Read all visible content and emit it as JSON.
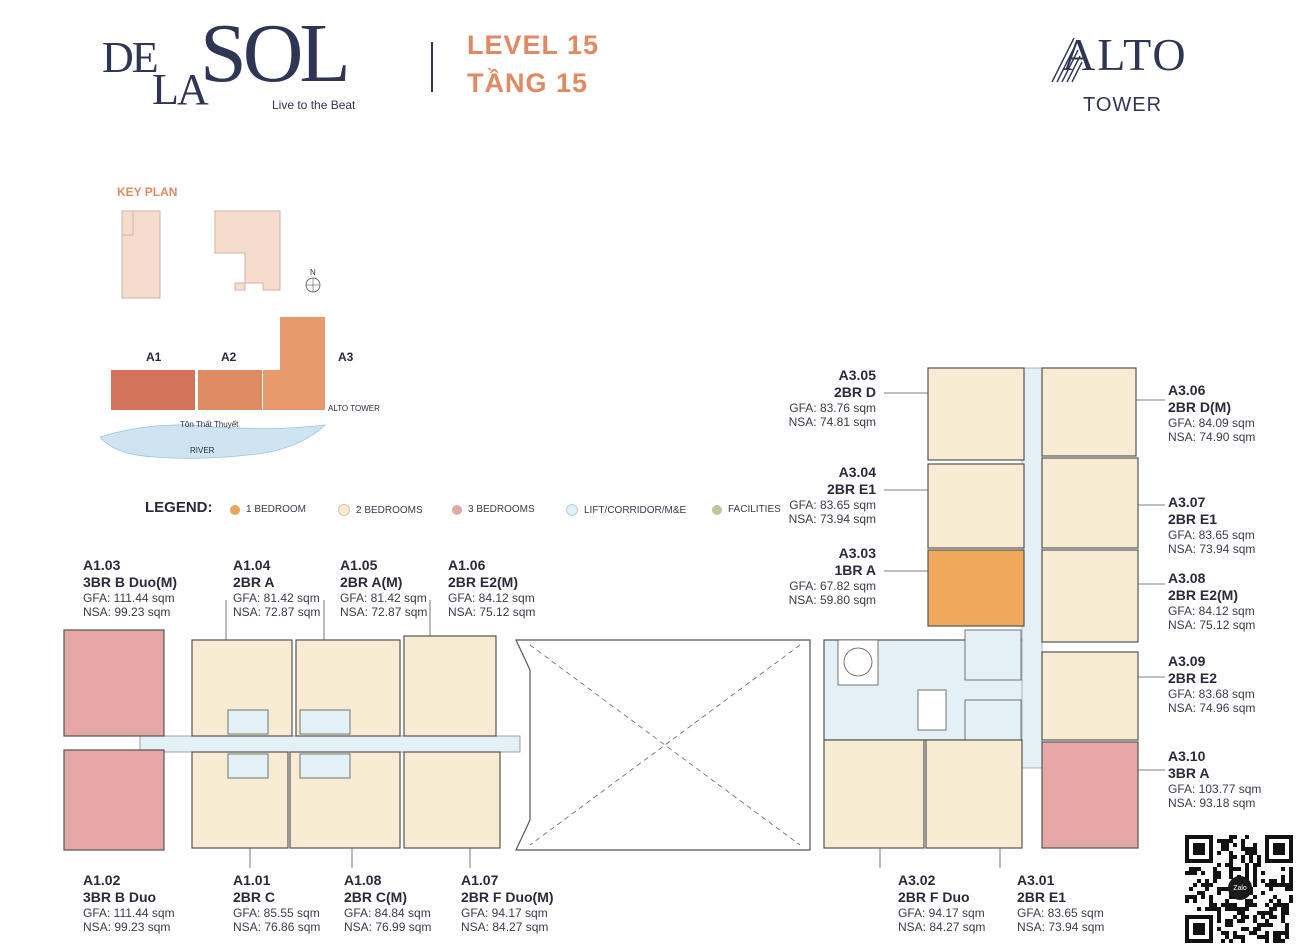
{
  "brand": {
    "de": "DE",
    "la": "LA",
    "sol": "SOL",
    "tagline": "Live to the Beat"
  },
  "level": {
    "en": "LEVEL 15",
    "vi": "TẦNG 15"
  },
  "tower": {
    "name": "ALTO",
    "sub": "TOWER"
  },
  "keyplan": {
    "title": "KEY PLAN",
    "blocks": [
      "A1",
      "A2",
      "A3"
    ],
    "alto_label": "ALTO TOWER",
    "street": "Tôn Thất Thuyết",
    "river": "RIVER",
    "north": "N"
  },
  "legend": {
    "title": "LEGEND:",
    "items": [
      {
        "label": "1 BEDROOM",
        "color": "#e9a55a"
      },
      {
        "label": "2 BEDROOMS",
        "color": "#f7ecd2"
      },
      {
        "label": "3 BEDROOMS",
        "color": "#e6a7a7"
      },
      {
        "label": "LIFT/CORRIDOR/M&E",
        "color": "#e3f0f6"
      },
      {
        "label": "FACILITIES",
        "color": "#bcc79a"
      }
    ]
  },
  "colors": {
    "two_br": "#f7ecd2",
    "three_br": "#e6a7a7",
    "one_br": "#f0a95a",
    "corridor": "#e3f0f6",
    "accent": "#e08a63",
    "navy": "#2f3554"
  },
  "units": {
    "a103": {
      "code": "A1.03",
      "type": "3BR B Duo(M)",
      "gfa": "GFA: 111.44 sqm",
      "nsa": "NSA: 99.23 sqm"
    },
    "a104": {
      "code": "A1.04",
      "type": "2BR A",
      "gfa": "GFA: 81.42 sqm",
      "nsa": "NSA: 72.87 sqm"
    },
    "a105": {
      "code": "A1.05",
      "type": "2BR A(M)",
      "gfa": "GFA: 81.42 sqm",
      "nsa": "NSA: 72.87 sqm"
    },
    "a106": {
      "code": "A1.06",
      "type": "2BR E2(M)",
      "gfa": "GFA: 84.12 sqm",
      "nsa": "NSA: 75.12 sqm"
    },
    "a102": {
      "code": "A1.02",
      "type": "3BR B Duo",
      "gfa": "GFA: 111.44 sqm",
      "nsa": "NSA: 99.23 sqm"
    },
    "a101": {
      "code": "A1.01",
      "type": "2BR C",
      "gfa": "GFA: 85.55 sqm",
      "nsa": "NSA: 76.86 sqm"
    },
    "a108": {
      "code": "A1.08",
      "type": "2BR C(M)",
      "gfa": "GFA: 84.84 sqm",
      "nsa": "NSA: 76.99 sqm"
    },
    "a107": {
      "code": "A1.07",
      "type": "2BR F Duo(M)",
      "gfa": "GFA: 94.17 sqm",
      "nsa": "NSA: 84.27 sqm"
    },
    "a305": {
      "code": "A3.05",
      "type": "2BR D",
      "gfa": "GFA: 83.76 sqm",
      "nsa": "NSA: 74.81 sqm"
    },
    "a304": {
      "code": "A3.04",
      "type": "2BR E1",
      "gfa": "GFA: 83.65 sqm",
      "nsa": "NSA: 73.94 sqm"
    },
    "a303": {
      "code": "A3.03",
      "type": "1BR A",
      "gfa": "GFA: 67.82 sqm",
      "nsa": "NSA: 59.80 sqm"
    },
    "a306": {
      "code": "A3.06",
      "type": "2BR D(M)",
      "gfa": "GFA: 84.09 sqm",
      "nsa": "NSA: 74.90 sqm"
    },
    "a307": {
      "code": "A3.07",
      "type": "2BR E1",
      "gfa": "GFA: 83.65 sqm",
      "nsa": "NSA: 73.94 sqm"
    },
    "a308": {
      "code": "A3.08",
      "type": "2BR E2(M)",
      "gfa": "GFA: 84.12 sqm",
      "nsa": "NSA: 75.12 sqm"
    },
    "a309": {
      "code": "A3.09",
      "type": "2BR E2",
      "gfa": "GFA: 83.68 sqm",
      "nsa": "NSA: 74.96 sqm"
    },
    "a310": {
      "code": "A3.10",
      "type": "3BR A",
      "gfa": "GFA: 103.77 sqm",
      "nsa": "NSA: 93.18 sqm"
    },
    "a302": {
      "code": "A3.02",
      "type": "2BR F Duo",
      "gfa": "GFA: 94.17 sqm",
      "nsa": "NSA: 84.27 sqm"
    },
    "a301": {
      "code": "A3.01",
      "type": "2BR E1",
      "gfa": "GFA: 83.65 sqm",
      "nsa": "NSA: 73.94 sqm"
    }
  },
  "qr": {
    "badge": "Zalo"
  }
}
